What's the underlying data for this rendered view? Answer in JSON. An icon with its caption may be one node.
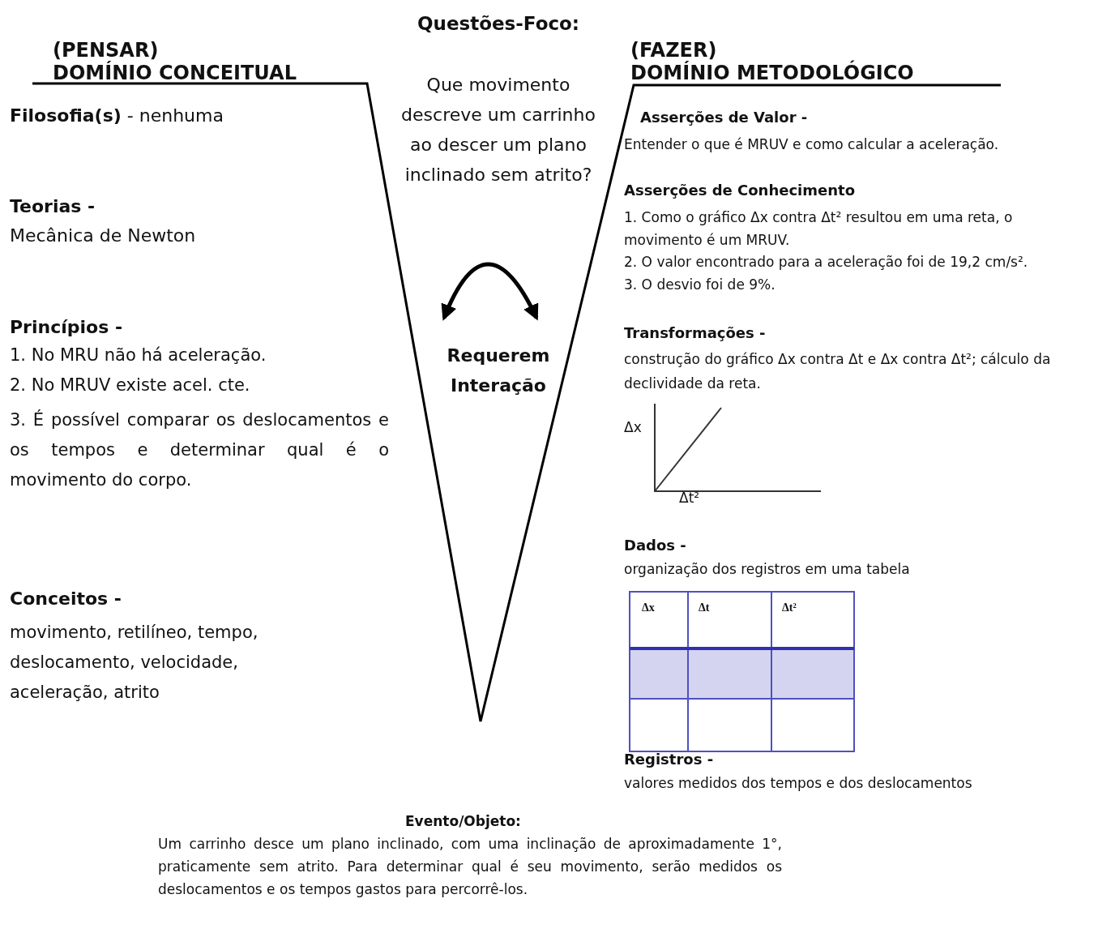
{
  "diagram": {
    "labels": [
      "(PENSAR)",
      "DOMÍNIO CONCEITUAL",
      "Questões-Foco:",
      "(FAZER)",
      "DOMÍNIO METODOLÓGICO",
      "Que movimento descreve um carrinho ao descer um plano inclinado sem atrito?",
      "**Filosofia(s)** -  nenhuma",
      "Teorias -",
      "Mecânica de Newton",
      "Princípios -",
      "1. No MRU não há aceleração.",
      "2. No MRUV existe acel. cte.",
      "3. É possível comparar os deslocamentos e os tempos e determinar qual é o movimento do corpo.",
      "Conceitos -",
      "movimento, retilíneo, tempo, deslocamento, velocidade, aceleração, atrito",
      "Requerem Interação",
      "Asserções de Valor -",
      "Entender o que é MRUV e como calcular a aceleração.",
      "Asserções de Conhecimento",
      "1. Como o gráfico Δx contra Δt² resultou em uma reta, o movimento é um MRUV.",
      "2. O valor encontrado para a aceleração foi de 19,2 cm/s².",
      "3. O desvio foi de 9%.",
      "Transformações -",
      "construção do gráfico Δx contra Δt e Δx contra Δt²; cálculo da declividade da reta.",
      "Δx",
      "Δt²",
      "Dados -",
      "organização dos registros em uma tabela",
      "Δx",
      "Δt",
      "Δt²",
      "Registros -",
      "valores medidos dos tempos e dos deslocamentos",
      "Evento/Objeto:",
      "Um carrinho desce um plano inclinado, com uma inclinação de aproximadamente 1°, praticamente sem atrito. Para determinar qual é seu movimento, serão medidos os deslocamentos e os tempos gastos para percorrê-los."
    ]
  }
}
